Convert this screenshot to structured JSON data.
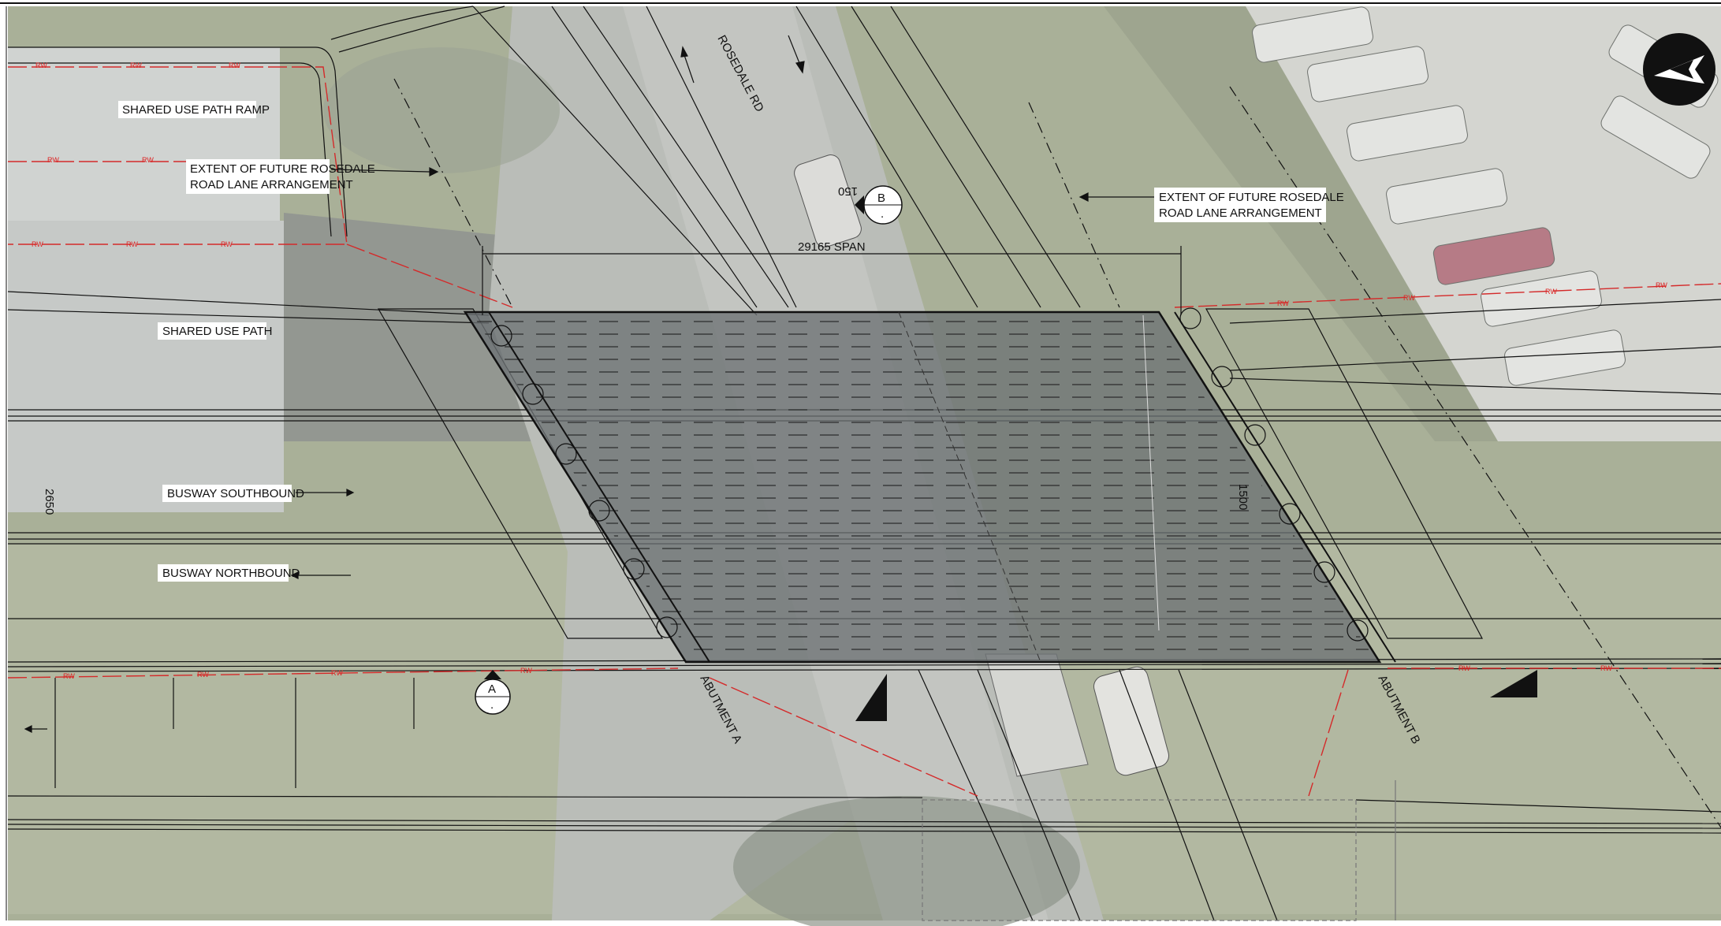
{
  "labels": {
    "shared_use_path_ramp": "SHARED USE PATH RAMP",
    "extent_left_line1": "EXTENT OF FUTURE ROSEDALE",
    "extent_left_line2": "ROAD LANE ARRANGEMENT",
    "extent_right_line1": "EXTENT OF FUTURE ROSEDALE",
    "extent_right_line2": "ROAD LANE ARRANGEMENT",
    "shared_use_path": "SHARED USE PATH",
    "busway_southbound": "BUSWAY SOUTHBOUND",
    "busway_northbound": "BUSWAY NORTHBOUND",
    "rosedale_rd": "ROSEDALE RD",
    "span": "29165  SPAN",
    "dim_2650": "2650",
    "dim_1500": "1500",
    "dim_150": "150",
    "abutment_a": "ABUTMENT A",
    "abutment_b": "ABUTMENT B",
    "section_a": "A",
    "section_b": "B",
    "section_dot": "."
  },
  "boundary_marker": "RW",
  "colors": {
    "line": "#000000",
    "boundary": "#d42a2a",
    "grass": "#a7ae96",
    "road": "#bcbfbc",
    "deck": "#7b7f82"
  },
  "icons": {
    "north_arrow": "north-arrow-icon"
  }
}
